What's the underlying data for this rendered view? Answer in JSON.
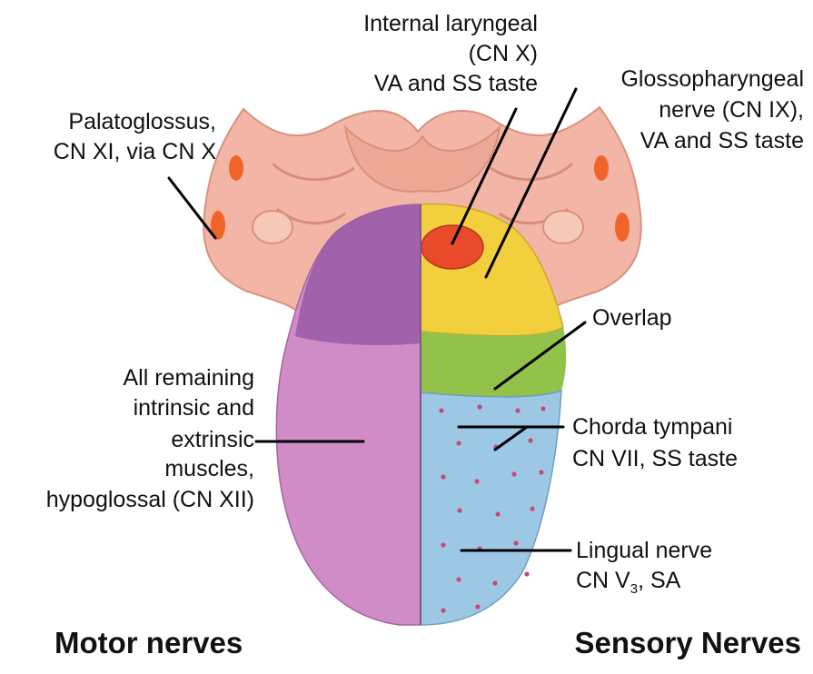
{
  "labels": {
    "internal_laryngeal": {
      "line1": "Internal laryngeal",
      "line2": "(CN X)",
      "line3": "VA and SS taste"
    },
    "palatoglossus": {
      "line1": "Palatoglossus,",
      "line2": "CN XI, via CN X"
    },
    "glossopharyngeal": {
      "line1": "Glossopharyngeal",
      "line2": "nerve (CN IX),",
      "line3": "VA and SS taste"
    },
    "overlap": {
      "line1": "Overlap"
    },
    "all_remaining": {
      "line1": "All remaining",
      "line2": "intrinsic and",
      "line3": "extrinsic",
      "line4": "muscles,",
      "line5": "hypoglossal (CN XII)"
    },
    "chorda_tympani": {
      "line1": "Chorda tympani",
      "line2": "CN VII, SS taste"
    },
    "lingual_nerve": {
      "line1": "Lingual nerve",
      "line2_prefix": "CN V",
      "line2_sub": "3",
      "line2_suffix": ", SA"
    }
  },
  "headings": {
    "motor": "Motor nerves",
    "sensory": "Sensory Nerves"
  },
  "colors": {
    "background": "#ffffff",
    "throat_tissue": "#f3b6a6",
    "throat_shadow": "#e19684",
    "motor_region": "#d08cc6",
    "motor_region_back": "#9a5aa6",
    "glossopharyngeal_region": "#f3cf3e",
    "internal_laryngeal_region": "#e84a2a",
    "overlap_region": "#93c24a",
    "lingual_chorda_region": "#9cc8e6",
    "taste_dots": "#c84a72",
    "leader_lines": "#000000"
  }
}
